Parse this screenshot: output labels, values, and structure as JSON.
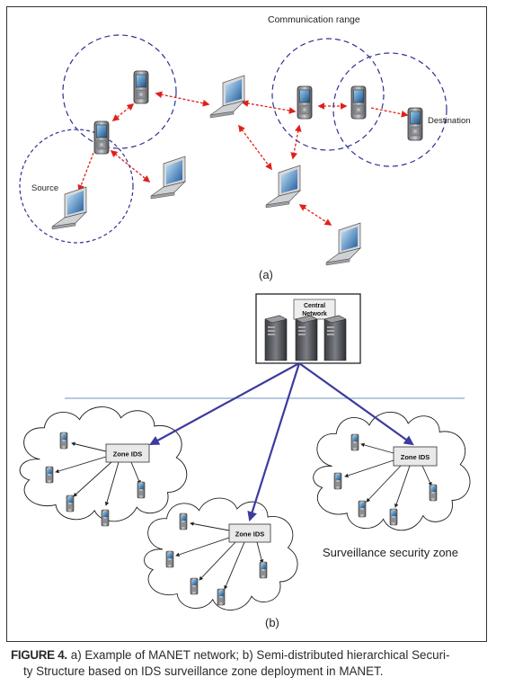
{
  "part_a": {
    "comm_range_label": "Communication range",
    "source_label": "Source",
    "destination_label": "Destination",
    "panel_label": "(a)"
  },
  "part_b": {
    "central_label_line1": "Central",
    "central_label_line2": "Network",
    "zone_label": "Zone  IDS",
    "surveillance_label": "Surveillance security zone",
    "panel_label": "(b)"
  },
  "caption": {
    "figure_label": "FIGURE 4.",
    "line1": "a) Example of MANET network; b) Semi-distributed hierarchical Securi-",
    "line2": "ty Structure based on IDS surveillance zone deployment in MANET."
  },
  "colors": {
    "range_circle": "#2e3192",
    "link_arrow": "#e0201b",
    "tree_arrow": "#3d3b9e",
    "divider": "#8aa6cc"
  }
}
